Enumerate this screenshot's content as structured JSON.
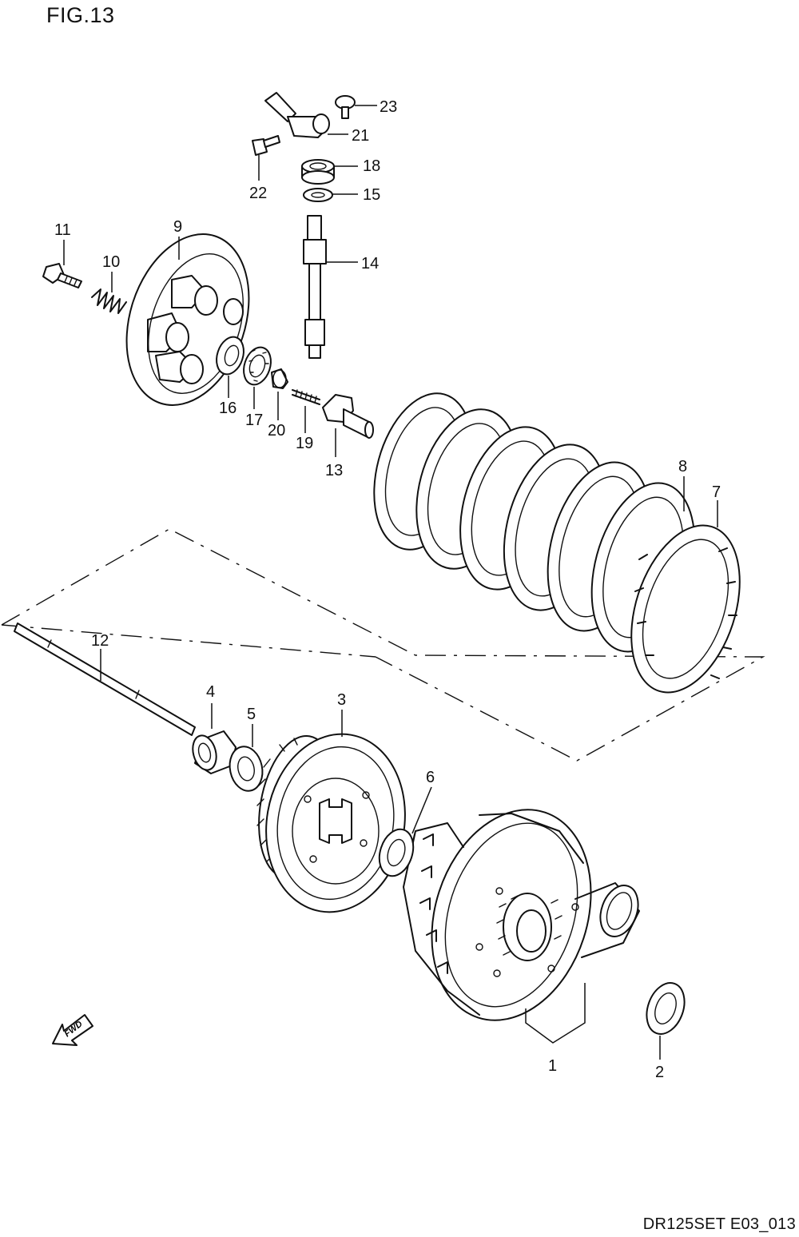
{
  "figure_title": "FIG.13",
  "diagram_code": "DR125SET E03_013",
  "fwd_label": "FWD",
  "callouts": {
    "c1": "1",
    "c2": "2",
    "c3": "3",
    "c4": "4",
    "c5": "5",
    "c6": "6",
    "c7": "7",
    "c8": "8",
    "c9": "9",
    "c10": "10",
    "c11": "11",
    "c12": "12",
    "c13": "13",
    "c14": "14",
    "c15": "15",
    "c16": "16",
    "c17": "17",
    "c18": "18",
    "c19": "19",
    "c20": "20",
    "c21": "21",
    "c22": "22",
    "c23": "23"
  }
}
